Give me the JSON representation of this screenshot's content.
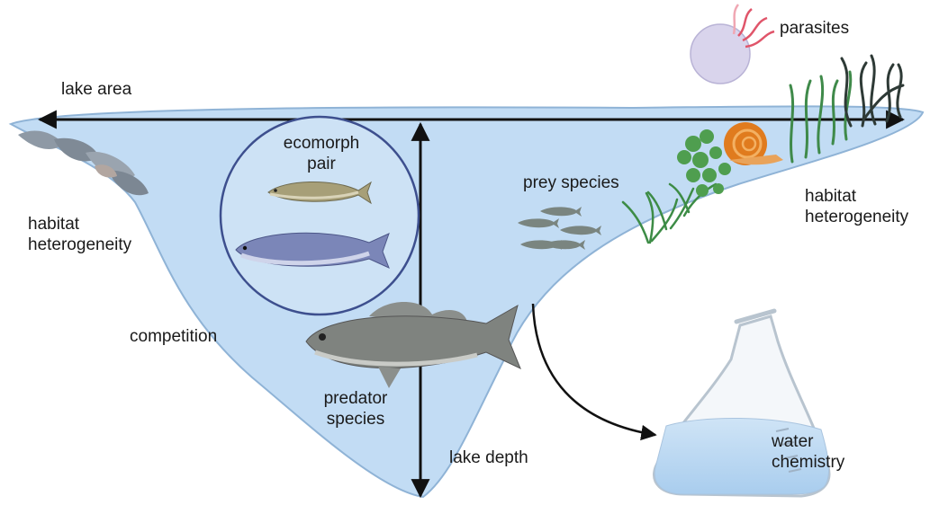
{
  "labels": {
    "lake_area": "lake area",
    "lake_depth": "lake depth",
    "ecomorph_pair": [
      "ecomorph",
      "pair"
    ],
    "habitat_left": [
      "habitat",
      "heterogeneity"
    ],
    "habitat_right": [
      "habitat",
      "heterogeneity"
    ],
    "prey_species": "prey species",
    "predator_species": [
      "predator",
      "species"
    ],
    "competition": "competition",
    "parasites": "parasites",
    "water_chemistry": [
      "water",
      "chemistry"
    ]
  },
  "colors": {
    "lake_fill": "#c2dcf4",
    "lake_outline": "#8fb3d6",
    "circle_outline": "#3d4f8e",
    "arrow": "#111111",
    "parasite_body": "#d9d4ec",
    "parasite_tentacles": "#e0556a",
    "snail": "#e07b1e",
    "plant_green": "#4a9a4c",
    "dark_grass": "#2e3a36"
  }
}
